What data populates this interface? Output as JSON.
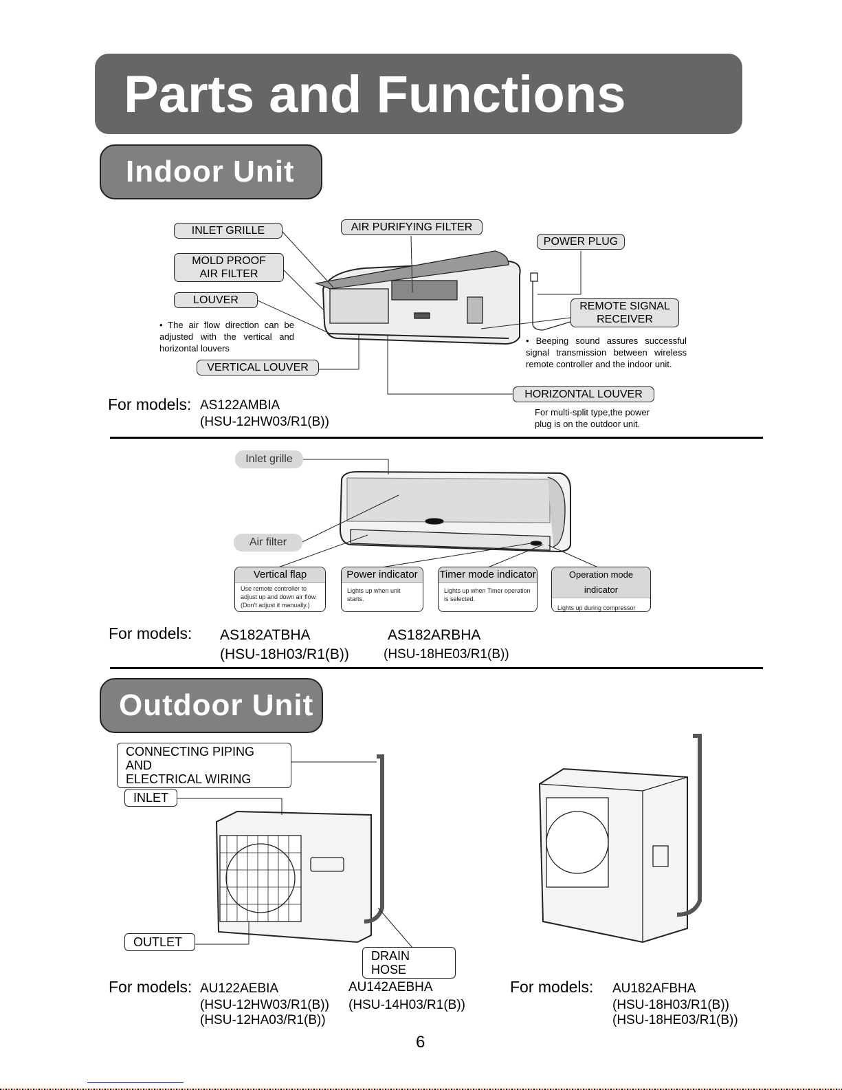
{
  "title": "Parts and Functions",
  "indoor": {
    "heading": "Indoor Unit",
    "model1": {
      "labels": {
        "inlet_grille": "INLET  GRILLE",
        "air_purifying_filter": "AIR PURIFYING FILTER",
        "power_plug": "POWER PLUG",
        "mold_proof_1": "MOLD PROOF",
        "mold_proof_2": "AIR FILTER",
        "louver": "LOUVER",
        "remote_1": "REMOTE SIGNAL",
        "remote_2": "RECEIVER",
        "vertical_louver": "VERTICAL LOUVER",
        "horizontal_louver": "HORIZONTAL LOUVER"
      },
      "note_airflow": "The air flow direction can be adjusted with the vertical and horizontal louvers",
      "note_beeping": "Beeping sound assures successful signal transmission between wireless remote controller and the indoor unit.",
      "note_multisplit": "For multi-split type,the power plug is on the outdoor unit.",
      "for_models": "For models:",
      "model": "AS122AMBIA",
      "code": "(HSU-12HW03/R1(B))"
    },
    "model2": {
      "labels": {
        "inlet_grille": "Inlet grille",
        "air_filter": "Air filter"
      },
      "indicators": [
        {
          "title": "Vertical flap",
          "desc": "Use remote controller to adjust up and down air flow. (Don't adjust it manually.)"
        },
        {
          "title": "Power indicator",
          "desc": "Lights up when unit starts."
        },
        {
          "title": "Timer mode indicator",
          "desc": "Lights up when Timer operation is selected."
        },
        {
          "title": "Operation mode indicator",
          "desc": "Lights up during compressor running."
        }
      ],
      "for_models": "For models:",
      "model_a": "AS182ATBHA",
      "code_a": "(HSU-18H03/R1(B))",
      "model_b": "AS182ARBHA",
      "code_b": "(HSU-18HE03/R1(B))"
    }
  },
  "outdoor": {
    "heading": "Outdoor Unit",
    "labels": {
      "piping_1": "CONNECTING PIPING AND",
      "piping_2": "ELECTRICAL WIRING",
      "inlet": "INLET",
      "outlet": "OUTLET",
      "drain_hose": "DRAIN HOSE"
    },
    "for_models": "For models:",
    "model_a": "AU122AEBIA",
    "codes_a": [
      "(HSU-12HW03/R1(B))",
      "(HSU-12HA03/R1(B))"
    ],
    "model_b": "AU142AEBHA",
    "code_b": "(HSU-14H03/R1(B))",
    "for_models_2": "For models:",
    "model_c": "AU182AFBHA",
    "codes_c": [
      "(HSU-18H03/R1(B))",
      "(HSU-18HE03/R1(B))"
    ]
  },
  "page_number": "6"
}
